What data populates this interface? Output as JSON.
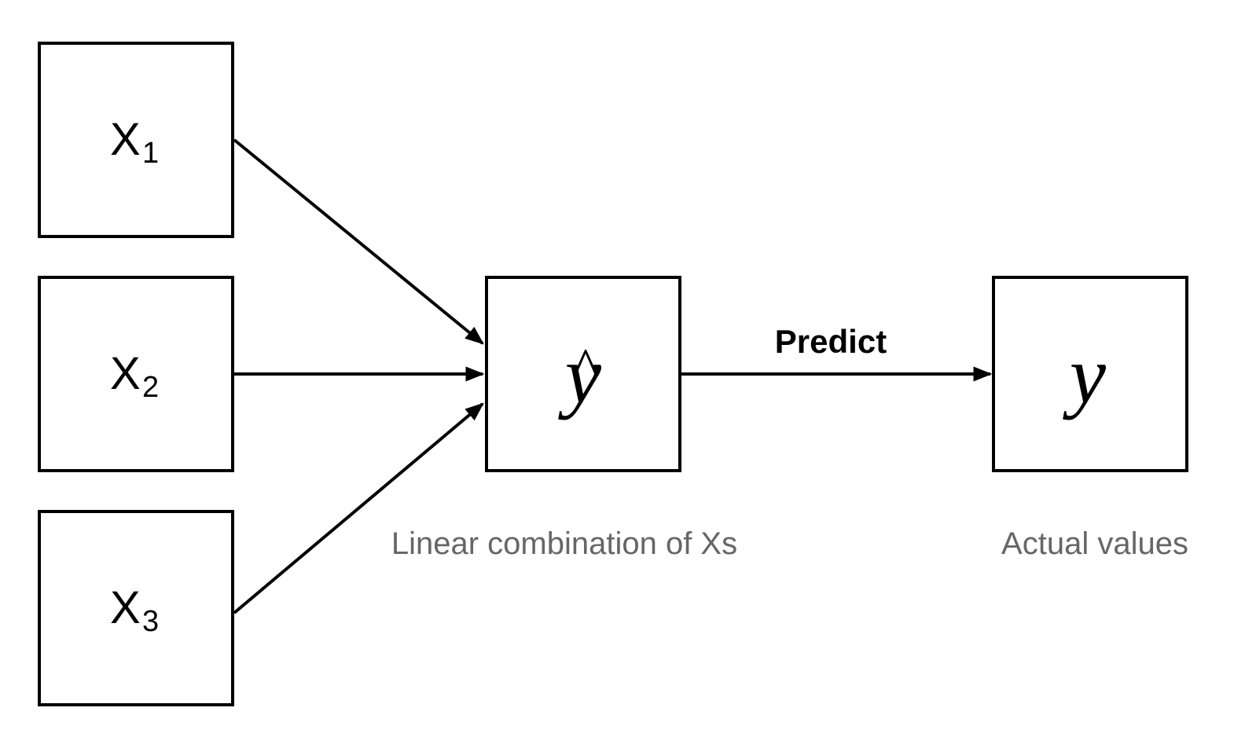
{
  "diagram": {
    "inputs": [
      {
        "base": "X",
        "subscript": "1"
      },
      {
        "base": "X",
        "subscript": "2"
      },
      {
        "base": "X",
        "subscript": "3"
      }
    ],
    "prediction": {
      "symbol": "y",
      "accent": "^",
      "caption": "Linear combination of Xs"
    },
    "edge_label": "Predict",
    "actual": {
      "symbol": "y",
      "caption": "Actual values"
    }
  },
  "colors": {
    "stroke": "#000000",
    "caption": "#666666",
    "background": "#ffffff"
  }
}
